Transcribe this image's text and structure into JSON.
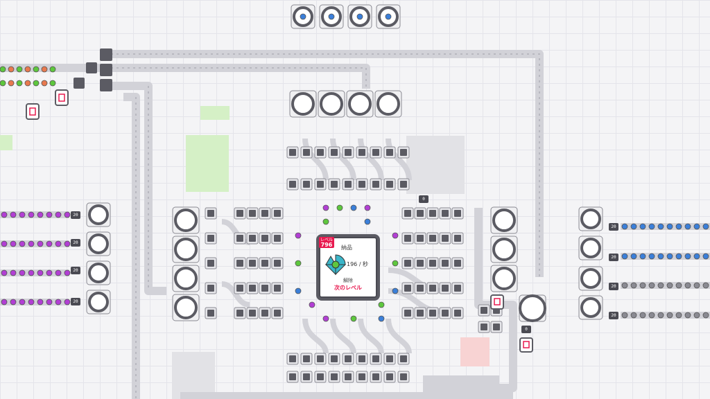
{
  "hub": {
    "level_label": "レベル",
    "level_number": "796",
    "deliver_label": "納品",
    "rate": "196 / 秒",
    "unlock_label": "解除",
    "next_level_label": "次のレベル"
  },
  "counters": {
    "left_input_1": "20",
    "left_input_2": "20",
    "left_input_3": "20",
    "left_input_4": "20",
    "right_input_1": "20",
    "right_input_2": "20",
    "right_input_3": "20",
    "right_input_4": "20",
    "splitter_top": "0",
    "splitter_bottom": "0"
  },
  "colors": {
    "belt": "#d2d2d8",
    "machine_dark": "#5b5b63",
    "machine_light": "#ffffff",
    "shape_purple": "#b23fd4",
    "shape_green": "#5ec73e",
    "shape_blue": "#3b7fd9",
    "shape_grey": "#8a8a92",
    "accent_red": "#e8194f",
    "resource_green_patch": "#d5f0c6",
    "resource_red_patch": "#f8d3d3"
  },
  "icons": {
    "trash": "trash-icon",
    "rotator": "rotate-icon",
    "painter": "paint-icon",
    "miner": "extractor-icon",
    "balancer": "balancer-icon"
  }
}
